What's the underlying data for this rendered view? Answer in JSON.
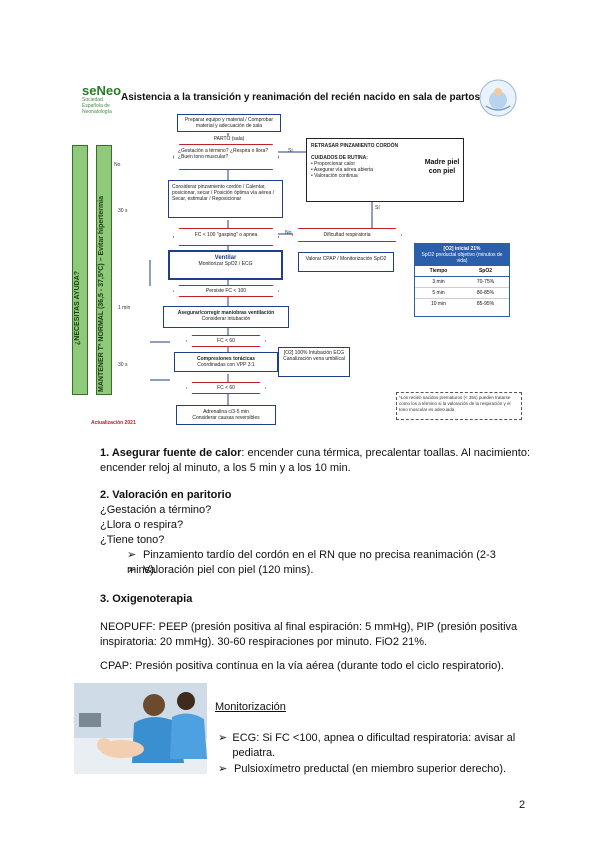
{
  "header": {
    "logo_text": "seNeo",
    "logo_subtext": "Sociedad Española de Neonatología",
    "title": "Asistencia a la transición y reanimación del recién nacido en sala de partos"
  },
  "flowchart": {
    "top_box": "Preparar equipo y material / Comprobar material y adecuación de sala",
    "partos": "PARTO (sala)",
    "questions": "¿Gestación a término? ¿Respira o llora? ¿Buen tono muscular?",
    "yes": "Sí",
    "no": "No",
    "delayed": "RETRASAR PINZAMIENTO CORDÓN",
    "routine_title": "CUIDADOS DE RUTINA:",
    "routine_items": [
      "Proporcionar calor",
      "Asegurar vía aérea abierta",
      "Valoración continua"
    ],
    "mother": "Madre piel con piel",
    "steps": "Considerar pinzamiento cordón / Calentar, posicionar, secar / Posición óptima vía aérea / Secar, estimular / Reposicionar",
    "time1": "30 s",
    "fc100": "FC < 100 \"gasping\" o apnea",
    "dificultad": "Dificultad respiratoria",
    "ventilar": "Ventilar",
    "ventilar_sub": "Monitorizar SpO2 / ECG",
    "cpap": "Valorar CPAP / Monitorización SpO2",
    "persiste": "Persiste FC < 100",
    "time2": "1 min",
    "asegurar": "Asegurar/corregir maniobras ventilación",
    "asegurar_sub": "Considerar intubación",
    "fc60": "FC < 60",
    "time3": "30 s",
    "compresiones": "Compresiones torácicas",
    "compresiones_sub": "Coordinadas con VPP 3:1",
    "o2box": "[O2] 100% Intubación ECG Canalización vena umbilical",
    "fc60b": "FC < 60",
    "adrenalina": "Adrenalina c/3-5 min",
    "adrenalina_sub": "Considerar causas reversibles",
    "o2_table_title": "[O2] inicial 21%",
    "o2_table_sub": "SpO2 preductal objetivo (minutos de vida)",
    "o2_headers": [
      "Tiempo",
      "SpO2"
    ],
    "o2_rows": [
      [
        "3 min",
        "70-75%"
      ],
      [
        "5 min",
        "80-85%"
      ],
      [
        "10 min",
        "85-95%"
      ]
    ],
    "footnote": "*Los recién nacidos prematuros (< 35s) pueden tratarse como los a término si la valoración de la respiración y el tono muscular es adecuada",
    "side_help": "¿NECESITAS AYUDA?",
    "side_temp": "MANTENER Tª NORMAL (36,5 - 37,5ºC) – Evitar hipertermia",
    "update": "Actualización 2021"
  },
  "section1": {
    "heading": "1. Asegurar fuente de calor",
    "text": ": encender cuna térmica, precalentar toallas. Al nacimiento: encender reloj al minuto, a los 5 min y a los 10 min."
  },
  "section2": {
    "heading": "2. Valoración en paritorio",
    "lines": [
      "¿Gestación a término?",
      "¿Llora o respira?",
      "¿Tiene tono?"
    ],
    "bullets": [
      "Pinzamiento tardío del cordón en el RN que no precisa reanimación (2-3 mins).",
      "Valoración piel con piel (120 mins)."
    ]
  },
  "section3": {
    "heading": "3. Oxigenoterapia",
    "neopuff": "NEOPUFF: PEEP (presión positiva al final espiración: 5 mmHg), PIP (presión positiva inspiratoria: 20 mmHg). 30-60 respiraciones por minuto. FiO2 21%.",
    "cpap": "CPAP: Presión positiva contínua en la vía aérea (durante todo el ciclo respiratorio)."
  },
  "monitor": {
    "heading": "Monitorización",
    "bullets": [
      "ECG: Si FC <100, apnea o dificultad respiratoria: avisar al pediatra.",
      "Pulsioxímetro preductal (en miembro superior derecho)."
    ]
  },
  "page_number": "2",
  "colors": {
    "red": "#c0202a",
    "blue": "#1f3f8a",
    "green": "#6fae5a",
    "table_blue": "#2c5faa"
  }
}
